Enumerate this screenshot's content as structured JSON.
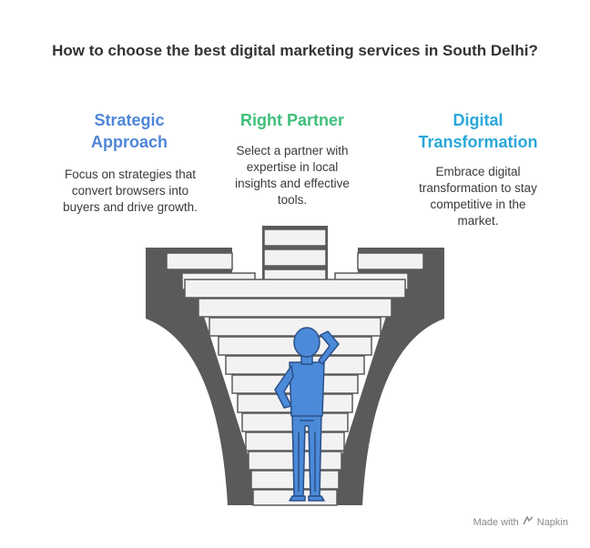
{
  "title": "How to choose the best digital marketing services in South Delhi?",
  "columns": {
    "left": {
      "title": "Strategic\nApproach",
      "desc": "Focus on strategies that\nconvert browsers into\nbuyers and drive growth.",
      "color": "#4e86d8"
    },
    "middle": {
      "title": "Right Partner",
      "desc": "Select a partner with\nexpertise in local\ninsights and effective\ntools.",
      "color": "#3fbf7a"
    },
    "right": {
      "title": "Digital\nTransformation",
      "desc": "Embrace digital\ntransformation to stay\ncompetitive in the\nmarket.",
      "color": "#2aa7d8"
    }
  },
  "footer": {
    "made_with": "Made with",
    "brand": "Napkin"
  },
  "colors": {
    "stairs_dark": "#5a5a5a",
    "stairs_light": "#f2f2f2",
    "person": "#4b8ad8"
  }
}
